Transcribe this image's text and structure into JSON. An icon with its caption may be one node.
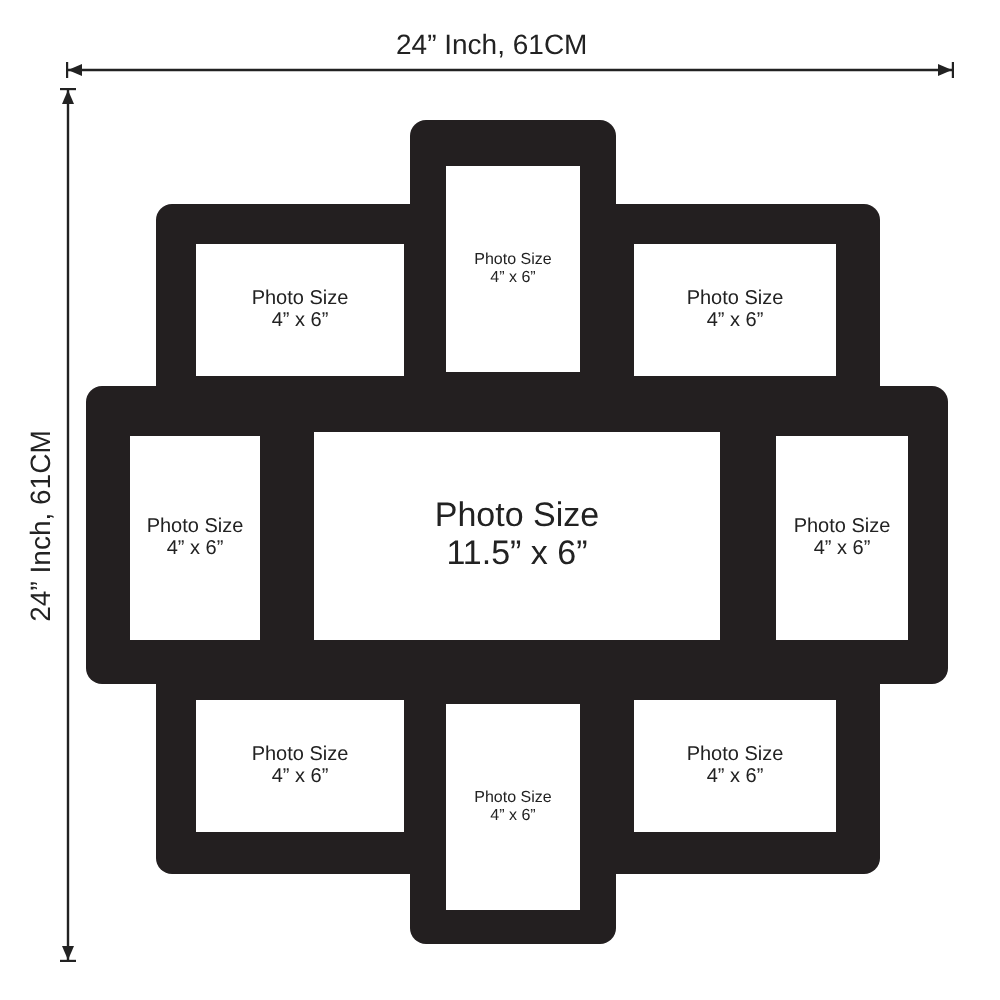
{
  "diagram": {
    "nodes": [
      {
        "text": [
          "Photo Size",
          "4” x 6”"
        ]
      },
      {
        "text": [
          "Photo Size",
          "4” x 6”"
        ]
      },
      {
        "text": [
          "Photo Size",
          "4” x 6”"
        ]
      },
      {
        "text": [
          "Photo Size",
          "4” x 6”"
        ]
      },
      {
        "text": [
          "Photo Size",
          "11.5” x 6”"
        ]
      },
      {
        "text": [
          "Photo Size",
          "4” x 6”"
        ]
      },
      {
        "text": [
          "Photo Size",
          "4” x 6”"
        ]
      },
      {
        "text": [
          "Photo Size",
          "4” x 6”"
        ]
      },
      {
        "text": [
          "Photo Size",
          "4” x 6”"
        ]
      }
    ],
    "labels": [
      "24” Inch, 61CM",
      "24” Inch, 61CM"
    ]
  }
}
